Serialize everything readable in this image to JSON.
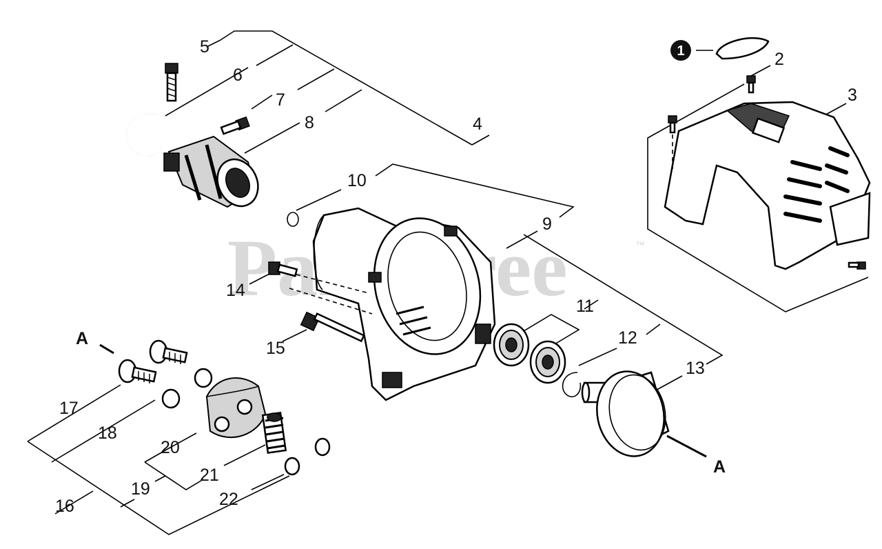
{
  "watermark": {
    "text": "PartsTree",
    "trademark": "™"
  },
  "callouts": {
    "c1": "1",
    "c2": "2",
    "c3": "3",
    "c4": "4",
    "c5": "5",
    "c6": "6",
    "c7": "7",
    "c8": "8",
    "c9": "9",
    "c10": "10",
    "c11": "11",
    "c12": "12",
    "c13": "13",
    "c14": "14",
    "c15": "15",
    "c16": "16",
    "c17": "17",
    "c18": "18",
    "c19": "19",
    "c20": "20",
    "c21": "21",
    "c22": "22"
  },
  "markers": {
    "left": "A",
    "right": "A"
  }
}
